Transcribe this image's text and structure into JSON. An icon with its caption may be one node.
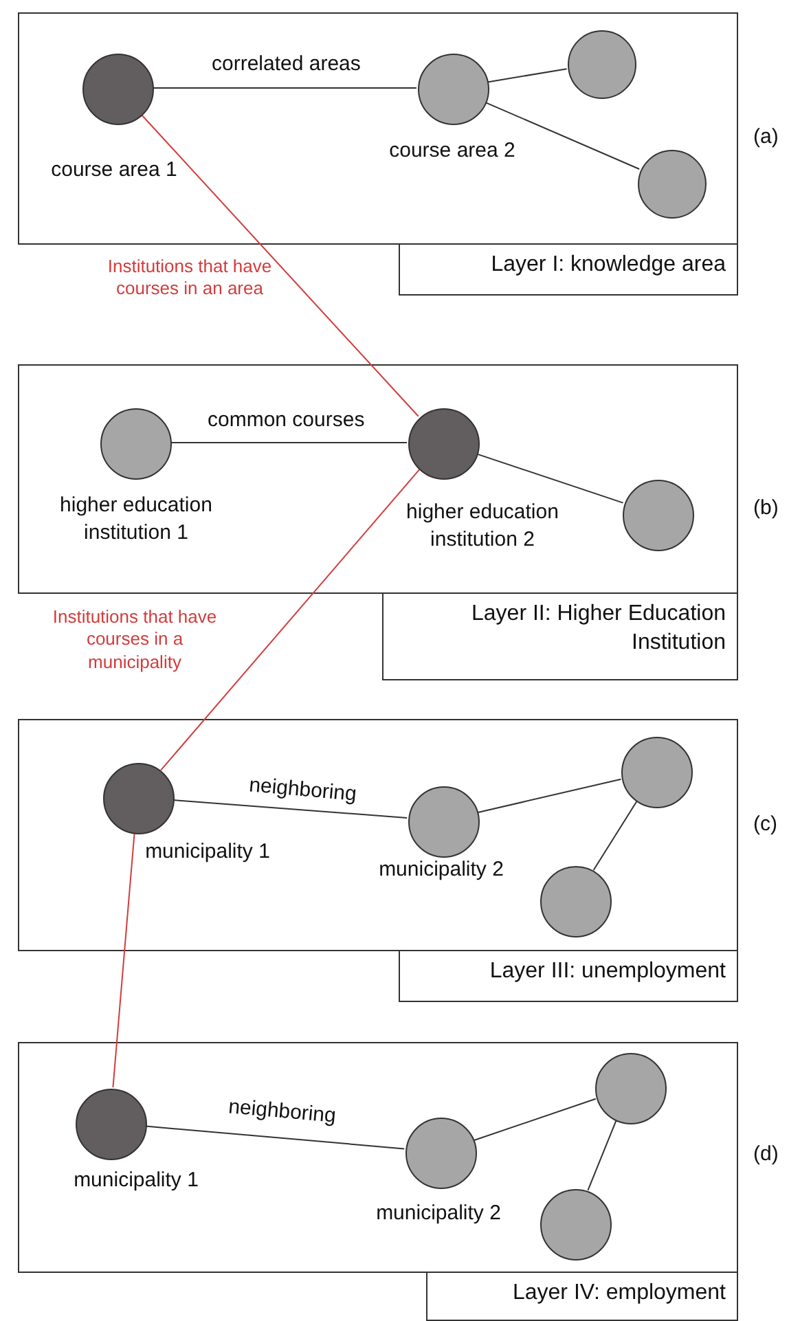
{
  "diagram": {
    "nodes": [
      {
        "text": [],
        "shape": "box",
        "beside": [
          "(a)"
        ]
      },
      {
        "text": [],
        "shape": "circle",
        "in": 0,
        "beside": [
          "course area 1"
        ]
      },
      {
        "text": [],
        "shape": "circle",
        "in": 0,
        "beside": [
          "course area 2"
        ]
      },
      {
        "text": [],
        "shape": "circle",
        "in": 0
      },
      {
        "text": [],
        "shape": "circle",
        "in": 0
      },
      {
        "text": [
          "Layer I: knowledge area"
        ]
      },
      {
        "text": [],
        "shape": "box",
        "beside": [
          "(b)"
        ]
      },
      {
        "text": [],
        "shape": "circle",
        "in": 6,
        "beside": [
          "higher education institution 1"
        ]
      },
      {
        "text": [],
        "shape": "circle",
        "in": 6,
        "beside": [
          "higher education institution 2"
        ]
      },
      {
        "text": [],
        "shape": "circle",
        "in": 6
      },
      {
        "text": [
          "Layer II: Higher Education Institution"
        ]
      },
      {
        "text": [],
        "shape": "box",
        "beside": [
          "(c)"
        ]
      },
      {
        "text": [],
        "shape": "circle",
        "in": 11,
        "beside": [
          "municipality 1"
        ]
      },
      {
        "text": [],
        "shape": "circle",
        "in": 11,
        "beside": [
          "municipality 2"
        ]
      },
      {
        "text": [],
        "shape": "circle",
        "in": 11
      },
      {
        "text": [],
        "shape": "circle",
        "in": 11
      },
      {
        "text": [
          "Layer III: unemployment"
        ]
      },
      {
        "text": [],
        "shape": "box",
        "beside": [
          "(d)"
        ]
      },
      {
        "text": [],
        "shape": "circle",
        "in": 17,
        "beside": [
          "municipality 1"
        ]
      },
      {
        "text": [],
        "shape": "circle",
        "in": 17,
        "beside": [
          "municipality 2"
        ]
      },
      {
        "text": [],
        "shape": "circle",
        "in": 17
      },
      {
        "text": [],
        "shape": "circle",
        "in": 17
      },
      {
        "text": [
          "Layer IV: employment"
        ]
      }
    ],
    "edges": [
      {
        "from": 1,
        "to": 2,
        "arrow": "none",
        "label": "correlated areas"
      },
      {
        "from": 2,
        "to": 3,
        "arrow": "none"
      },
      {
        "from": 2,
        "to": 4,
        "arrow": "none"
      },
      {
        "from": 1,
        "to": 8,
        "arrow": "none",
        "label": "Institutions that have courses in an area",
        "color": "#d23c3c"
      },
      {
        "from": 7,
        "to": 8,
        "arrow": "none",
        "label": "common courses"
      },
      {
        "from": 8,
        "to": 9,
        "arrow": "none"
      },
      {
        "from": 8,
        "to": 12,
        "arrow": "none",
        "label": "Institutions that have courses in a municipality",
        "color": "#d23c3c"
      },
      {
        "from": 12,
        "to": 13,
        "arrow": "none",
        "label": "neighboring"
      },
      {
        "from": 13,
        "to": 14,
        "arrow": "none"
      },
      {
        "from": 14,
        "to": 15,
        "arrow": "none"
      },
      {
        "from": 12,
        "to": 18,
        "arrow": "none",
        "color": "#d23c3c"
      },
      {
        "from": 18,
        "to": 19,
        "arrow": "none",
        "label": "neighboring"
      },
      {
        "from": 19,
        "to": 20,
        "arrow": "none"
      },
      {
        "from": 20,
        "to": 21,
        "arrow": "none"
      }
    ]
  }
}
